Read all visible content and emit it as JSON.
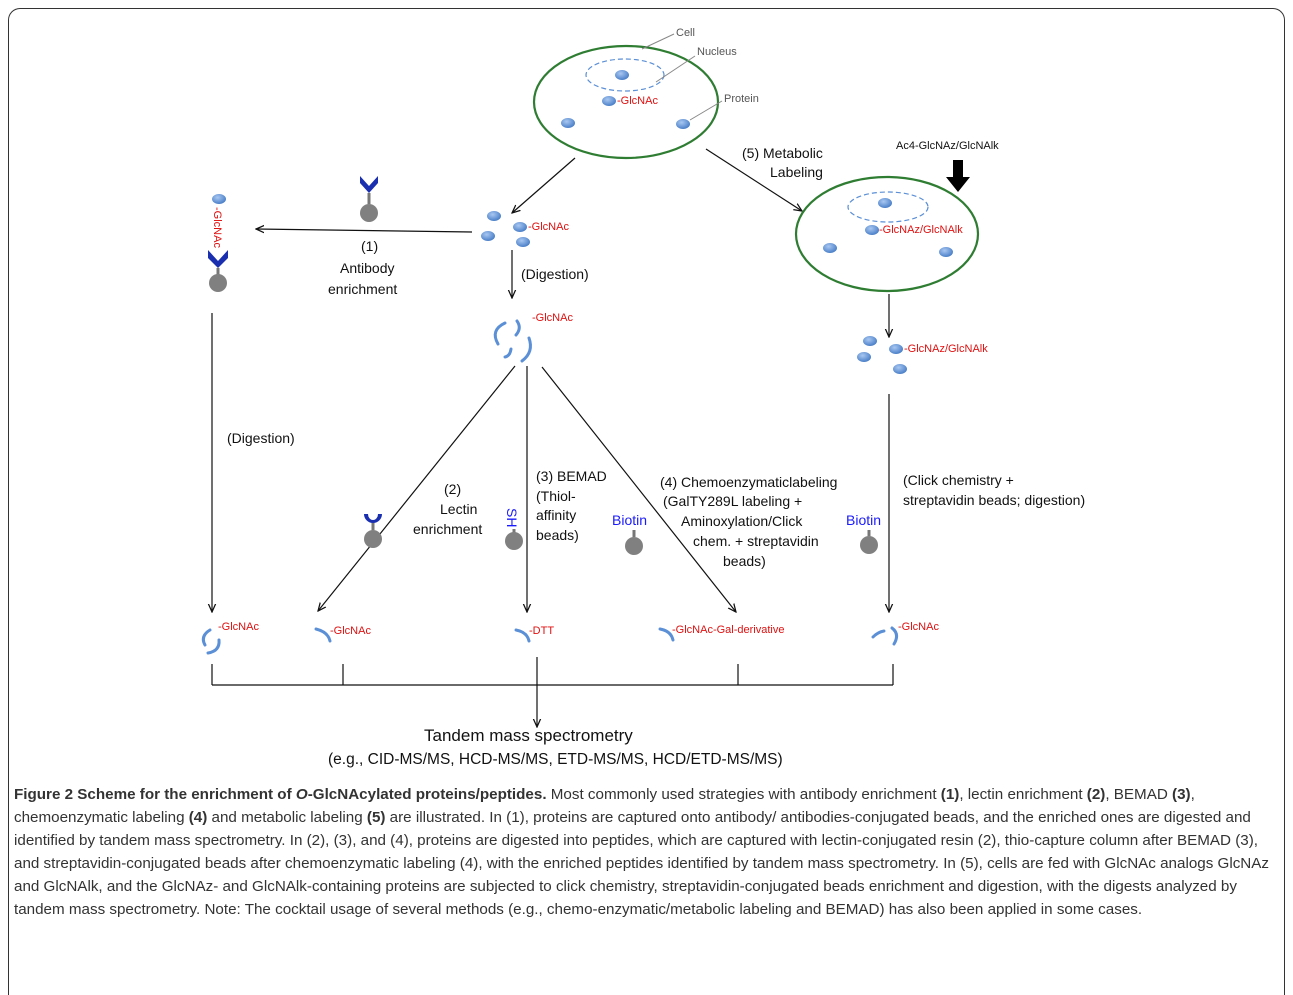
{
  "labels": {
    "cell": "Cell",
    "nucleus": "Nucleus",
    "protein": "Protein",
    "glcnac": "-GlcNAc",
    "glcnac_vertical": "-GlcNAc",
    "glcnaz_alk": "-GlcNAz/GlcNAlk",
    "dtt": "-DTT",
    "gal_derivative": "-GlcNAc-Gal-derivative",
    "sh": "SH",
    "biotin": "Biotin",
    "ac4": "Ac4-GlcNAz/GlcNAlk"
  },
  "steps": {
    "metabolic_1": "(5) Metabolic",
    "metabolic_2": "Labeling",
    "antibody_1": "(1)",
    "antibody_2": "Antibody",
    "antibody_3": "enrichment",
    "digestion": "(Digestion)",
    "lectin_1": "(2)",
    "lectin_2": "Lectin",
    "lectin_3": "enrichment",
    "bemad_1": "(3) BEMAD",
    "bemad_2": "(Thiol-",
    "bemad_3": "affinity",
    "bemad_4": "beads)",
    "chemo_1": "(4) Chemoenzymaticlabeling",
    "chemo_2": "(GalTY289L labeling +",
    "chemo_3": "Aminoxylation/Click",
    "chemo_4": "chem. + streptavidin",
    "chemo_5": "beads)",
    "click_1": "(Click chemistry +",
    "click_2": "streptavidin beads; digestion)",
    "ms_1": "Tandem mass spectrometry",
    "ms_2": "(e.g., CID-MS/MS, HCD-MS/MS, ETD-MS/MS, HCD/ETD-MS/MS)"
  },
  "caption": {
    "title_pre": "Figure 2 Scheme for the enrichment of ",
    "title_italic": "O",
    "title_post": "-GlcNAcylated proteins/peptides.",
    "t1": " Most commonly used strategies with antibody enrichment ",
    "b1": "(1)",
    "t2": ", lectin enrichment ",
    "b2": "(2)",
    "t3": ", BEMAD ",
    "b3": "(3)",
    "t4": ", chemoenzymatic labeling ",
    "b4": "(4)",
    "t5": " and metabolic labeling ",
    "b5": "(5)",
    "t6": " are illustrated. In (1), proteins are captured onto antibody/ antibodies-conjugated beads, and the enriched ones are digested and identified by tandem mass spectrometry. In (2), (3), and (4), proteins are digested into peptides, which are captured with lectin-conjugated resin (2), thio-capture column after BEMAD (3), and streptavidin-conjugated beads after chemoenzymatic labeling (4), with the enriched peptides identified by tandem mass spectrometry. In (5), cells are fed with GlcNAc analogs GlcNAz and GlcNAlk, and the GlcNAz- and GlcNAlk-containing proteins are subjected to click chemistry, streptavidin-conjugated beads enrichment and digestion, with the digests analyzed by tandem mass spectrometry. Note: The cocktail usage of several methods (e.g., chemo-enzymatic/metabolic labeling and BEMAD) has also been applied in some cases."
  },
  "colors": {
    "cell_membrane": "#2e7d32",
    "protein": "#5b8fd6",
    "glcnac_text": "#e01010",
    "antibody": "#1a2fb0",
    "bead": "#808080",
    "biotin_text": "#1a1aff"
  }
}
